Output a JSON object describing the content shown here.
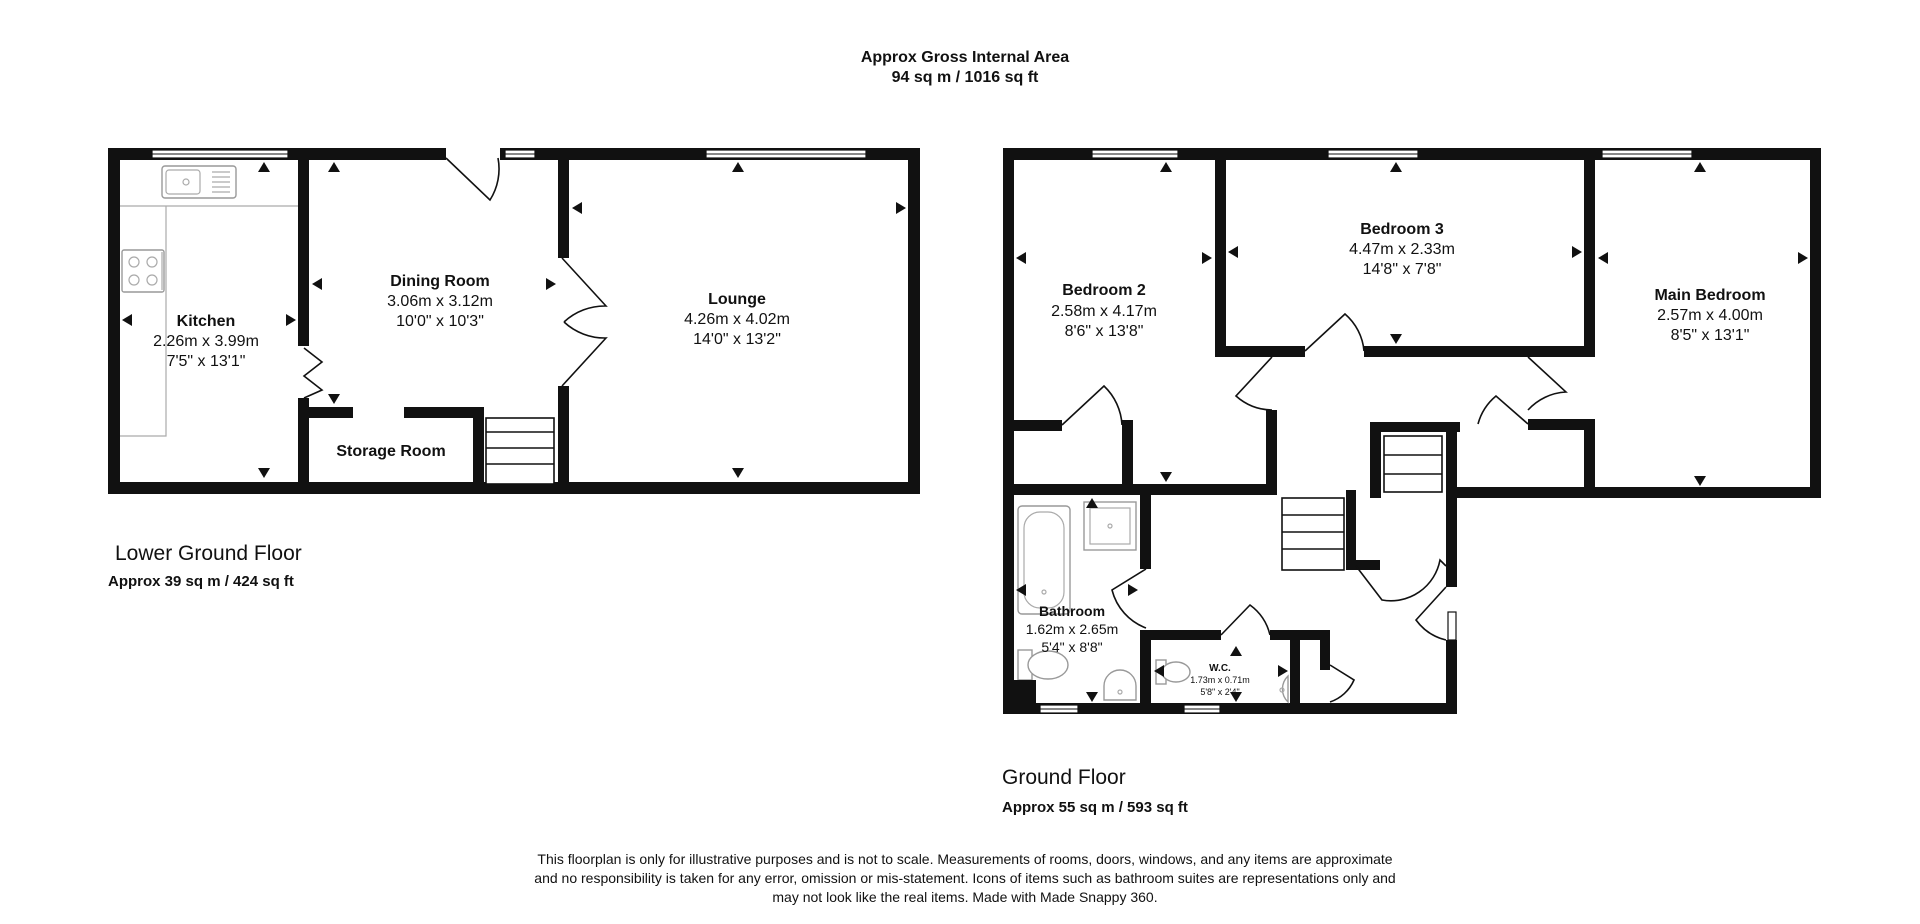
{
  "header": {
    "title": "Approx Gross Internal Area",
    "area": "94 sq m / 1016 sq ft"
  },
  "floors": {
    "lower": {
      "name": "Lower Ground Floor",
      "area": "Approx 39 sq m / 424 sq ft",
      "rooms": {
        "kitchen": {
          "name": "Kitchen",
          "metric": "2.26m x 3.99m",
          "imperial": "7'5\" x 13'1\""
        },
        "dining": {
          "name": "Dining Room",
          "metric": "3.06m x 3.12m",
          "imperial": "10'0\" x 10'3\""
        },
        "lounge": {
          "name": "Lounge",
          "metric": "4.26m x 4.02m",
          "imperial": "14'0\" x 13'2\""
        },
        "storage": {
          "name": "Storage Room"
        }
      }
    },
    "ground": {
      "name": "Ground Floor",
      "area": "Approx 55 sq m / 593 sq ft",
      "rooms": {
        "bedroom2": {
          "name": "Bedroom 2",
          "metric": "2.58m x 4.17m",
          "imperial": "8'6\" x 13'8\""
        },
        "bedroom3": {
          "name": "Bedroom 3",
          "metric": "4.47m x 2.33m",
          "imperial": "14'8\" x 7'8\""
        },
        "main_bedroom": {
          "name": "Main Bedroom",
          "metric": "2.57m x 4.00m",
          "imperial": "8'5\" x 13'1\""
        },
        "bathroom": {
          "name": "Bathroom",
          "metric": "1.62m x 2.65m",
          "imperial": "5'4\" x 8'8\""
        },
        "wc": {
          "name": "W.C.",
          "metric": "1.73m x 0.71m",
          "imperial": "5'8\" x 2'4\""
        }
      }
    }
  },
  "disclaimer": {
    "line1": "This floorplan is only for illustrative purposes and is not to scale. Measurements of rooms, doors, windows, and any items are approximate",
    "line2": "and no responsibility is taken for any error, omission or mis-statement. Icons of items such as bathroom suites are representations only and",
    "line3": "may not look like the real items. Made with Made Snappy 360."
  }
}
